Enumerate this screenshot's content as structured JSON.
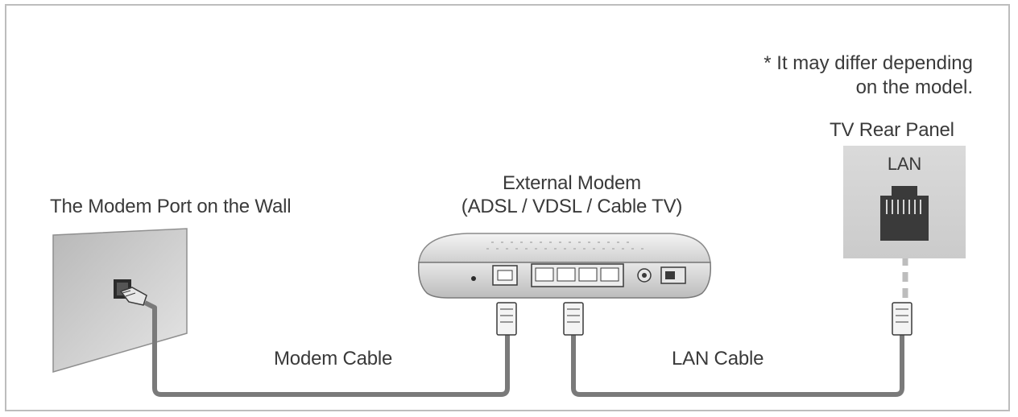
{
  "note": {
    "line1": "* It may differ depending",
    "line2": "on the model."
  },
  "labels": {
    "wall_port": "The Modem Port on the Wall",
    "modem_title": "External Modem",
    "modem_types": "(ADSL / VDSL / Cable TV)",
    "tv_panel": "TV Rear Panel",
    "lan_port": "LAN",
    "modem_cable": "Modem Cable",
    "lan_cable": "LAN Cable"
  },
  "colors": {
    "cable": "#7a7a7a",
    "panel": "#d5d5d5",
    "wall": "#c8c8c8",
    "text": "#3a3a3a"
  }
}
